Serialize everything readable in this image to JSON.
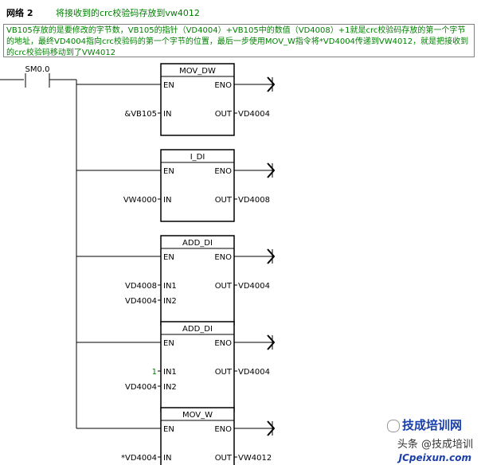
{
  "network": {
    "title": "网络 2",
    "description": "将接收到的crc校验码存放到vw4012",
    "comment": "VB105存放的是要修改的字节数，VB105的指针（VD4004）+VB105中的数值（VD4008）+1就是crc校验码存放的第一个字节的地址，最终VD4004指向crc校验码的第一个字节的位置，最后一步使用MOV_W指令将*VD4004传递到VW4012，就是把接收到的crc校验码移动到了VW4012"
  },
  "contact": {
    "label": "SM0.0"
  },
  "blocks": [
    {
      "name": "MOV_DW",
      "en": "EN",
      "eno": "ENO",
      "inputs": [
        {
          "pin": "IN",
          "operand": "&VB105"
        }
      ],
      "output": {
        "pin": "OUT",
        "operand": "VD4004"
      }
    },
    {
      "name": "I_DI",
      "en": "EN",
      "eno": "ENO",
      "inputs": [
        {
          "pin": "IN",
          "operand": "VW4000"
        }
      ],
      "output": {
        "pin": "OUT",
        "operand": "VD4008"
      }
    },
    {
      "name": "ADD_DI",
      "en": "EN",
      "eno": "ENO",
      "inputs": [
        {
          "pin": "IN1",
          "operand": "VD4008"
        },
        {
          "pin": "IN2",
          "operand": "VD4004"
        }
      ],
      "output": {
        "pin": "OUT",
        "operand": "VD4004"
      }
    },
    {
      "name": "ADD_DI",
      "en": "EN",
      "eno": "ENO",
      "inputs": [
        {
          "pin": "IN1",
          "operand": "1"
        },
        {
          "pin": "IN2",
          "operand": "VD4004"
        }
      ],
      "output": {
        "pin": "OUT",
        "operand": "VD4004"
      }
    },
    {
      "name": "MOV_W",
      "en": "EN",
      "eno": "ENO",
      "inputs": [
        {
          "pin": "IN",
          "operand": "*VD4004"
        }
      ],
      "output": {
        "pin": "OUT",
        "operand": "VW4012"
      }
    }
  ],
  "watermark": {
    "line1": "技成培训网",
    "line2": "头条 @技成培训",
    "line3": "JCpeixun.com"
  }
}
